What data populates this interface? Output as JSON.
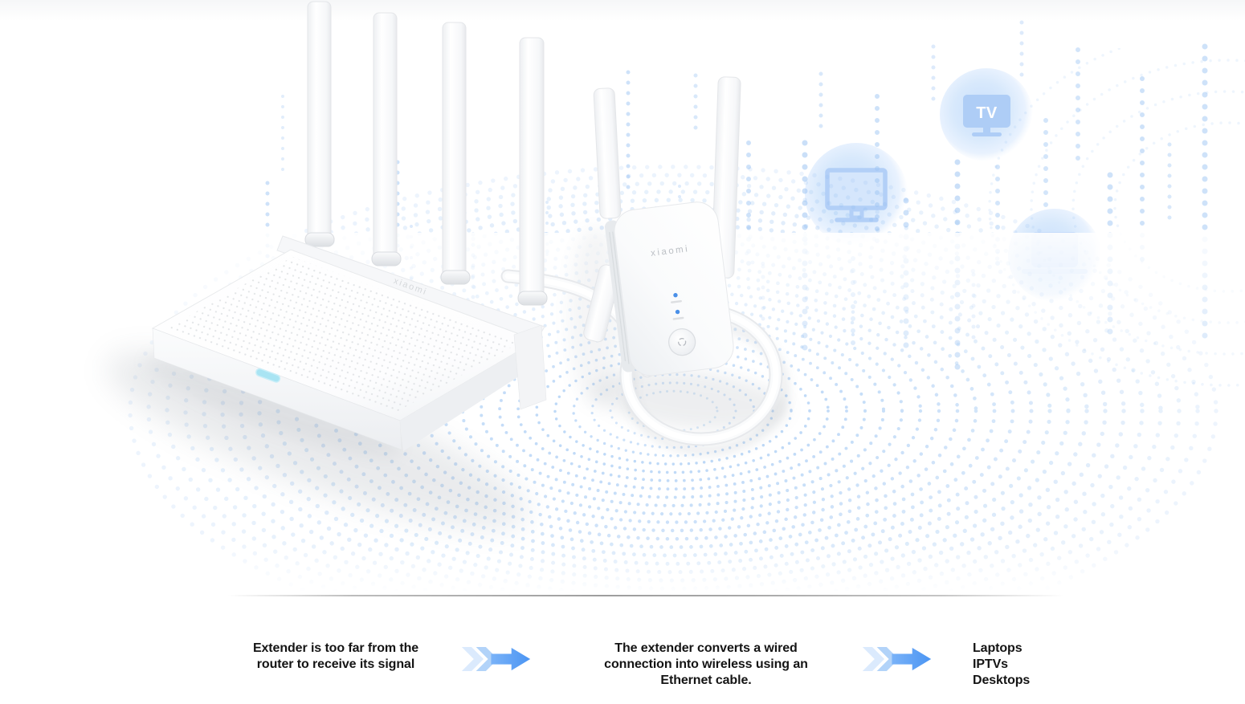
{
  "branding": {
    "router_logo": "xiaomi",
    "extender_logo": "xiaomi"
  },
  "device_icons": {
    "tv_label": "TV"
  },
  "flow": {
    "step1_lines": [
      "Extender is too far from the",
      "router to receive its signal"
    ],
    "step2_lines": [
      "The extender converts a wired",
      "connection into wireless using an",
      "Ethernet cable."
    ],
    "step3_lines": [
      "Laptops",
      "IPTVs",
      "Desktops"
    ]
  },
  "colors": {
    "arrow_blue": "#4b95f3",
    "arrow_chevron_light": "#dbeafd",
    "arrow_chevron_mid": "#b2d3f9",
    "wave_dot_blue": "#86b8f0",
    "rain_dot_blue": "#9fc6f4",
    "icon_blue": "#aecdf6",
    "device_circle_blue": "#cfe2fb",
    "router_led_cyan": "#a9e4f3",
    "extender_led_blue": "#4a90e8",
    "divider_gray": "#9e9e9e",
    "text_dark": "#141414"
  }
}
